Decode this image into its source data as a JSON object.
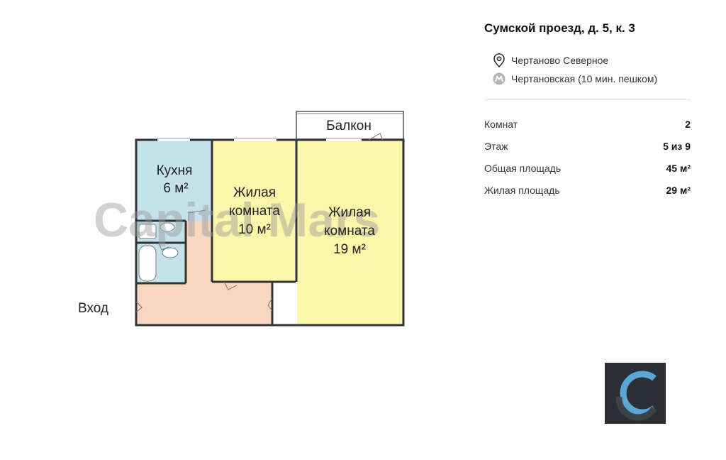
{
  "header": {
    "address": "Сумской проезд, д. 5, к. 3"
  },
  "location": {
    "district": "Чертаново Северное",
    "metro": "Чертановская (10 мин. пешком)"
  },
  "stats": [
    {
      "label": "Комнат",
      "value": "2"
    },
    {
      "label": "Этаж",
      "value": "5 из 9"
    },
    {
      "label": "Общая площадь",
      "value": "45 м²"
    },
    {
      "label": "Жилая площадь",
      "value": "29 м²"
    }
  ],
  "plan": {
    "balcony": "Балкон",
    "entrance": "Вход",
    "kitchen": {
      "name": "Кухня",
      "area": "6 м²"
    },
    "room1": {
      "name1": "Жилая",
      "name2": "комната",
      "area": "10 м²"
    },
    "room2": {
      "name1": "Жилая",
      "name2": "комната",
      "area": "19 м²"
    },
    "watermark": "Capital Mars"
  },
  "colors": {
    "kitchen": "#c4e2ec",
    "living": "#fbf7a8",
    "hall": "#f7d7bf",
    "walls": "#333333",
    "logo_bg": "#2c3034",
    "logo_accent": "#5aa6d6"
  }
}
